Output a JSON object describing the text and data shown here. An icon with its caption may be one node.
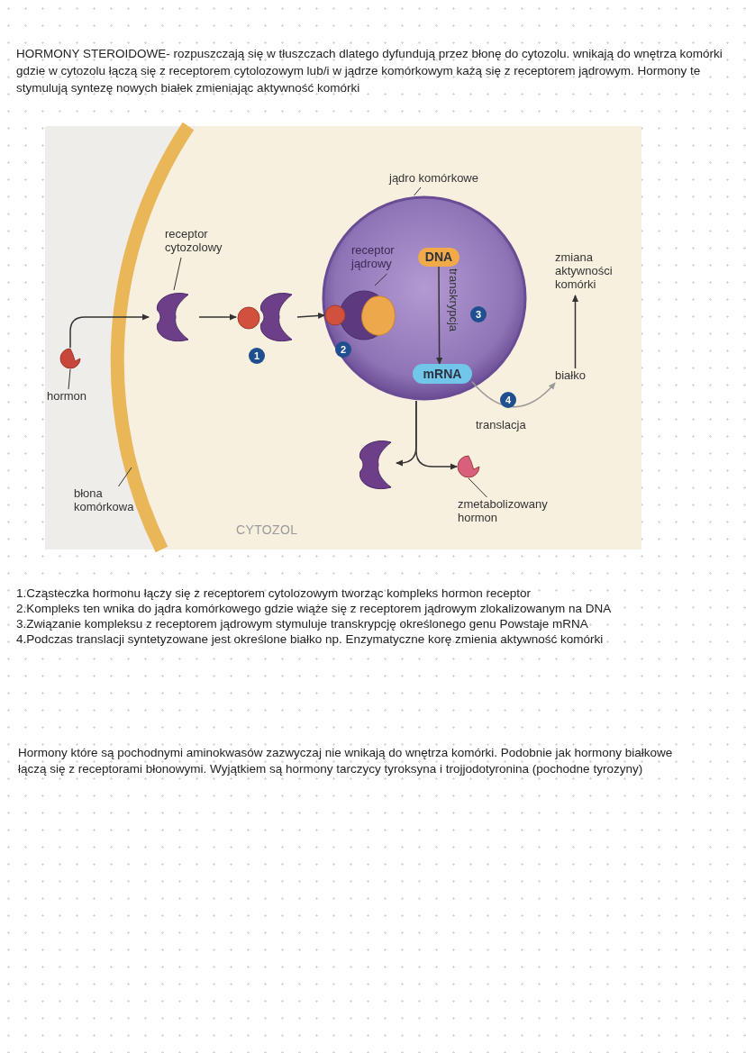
{
  "diagram": {
    "nodes": [
      {
        "text": [
          "hormon"
        ]
      },
      {
        "text": [],
        "shape": "circle"
      },
      {
        "text": [
          "receptor cytozolowy"
        ]
      },
      {
        "text": [],
        "shape": "picture"
      },
      {
        "text": [],
        "shape": "picture",
        "beside": [
          "1"
        ]
      },
      {
        "text": [],
        "shape": "circle"
      },
      {
        "text": [
          "jądro komórkowe"
        ]
      },
      {
        "text": [],
        "shape": "picture",
        "in": 5,
        "beside": [
          "2"
        ]
      },
      {
        "text": [
          "receptor jądrowy"
        ],
        "in": 5
      },
      {
        "text": [
          "DNA"
        ],
        "in": 5
      },
      {
        "text": [
          "mRNA"
        ],
        "in": 5
      },
      {
        "text": [
          "białko"
        ]
      },
      {
        "text": [
          "zmiana aktywności komórki"
        ]
      },
      {
        "text": [],
        "shape": "picture"
      },
      {
        "text": [],
        "shape": "circle"
      },
      {
        "text": [
          "zmetabolizowany hormon"
        ]
      },
      {
        "text": [
          "błona komórkowa"
        ]
      }
    ],
    "edges": [
      {
        "from": 0,
        "to": 1,
        "arrow": "none"
      },
      {
        "from": 2,
        "to": 3,
        "arrow": "none"
      },
      {
        "from": 1,
        "to": 3,
        "arrow": "to"
      },
      {
        "from": 3,
        "to": 4,
        "arrow": "to"
      },
      {
        "from": 4,
        "to": 7,
        "arrow": "to"
      },
      {
        "from": 6,
        "to": 5,
        "arrow": "none"
      },
      {
        "from": 8,
        "to": 7,
        "arrow": "none"
      },
      {
        "from": 9,
        "to": 10,
        "arrow": "to",
        "label": "transkrypcja"
      },
      {
        "from": 10,
        "to": 11,
        "arrow": "to",
        "label": "translacja",
        "color": "#9a9a9a"
      },
      {
        "from": 11,
        "to": 12,
        "arrow": "to"
      },
      {
        "from": 5,
        "to": 13,
        "arrow": "to"
      },
      {
        "from": 5,
        "to": 14,
        "arrow": "to"
      },
      {
        "from": 15,
        "to": 14,
        "arrow": "none"
      },
      {
        "from": 16,
        "to": null,
        "arrow": "none"
      }
    ],
    "labels": [
      "HORMONY STEROIDOWE- rozpuszczają się w tłuszczach dlatego dyfundują przez błonę do cytozolu. wnikają do wnętrza komórki gdzie w cytozolu łączą się z receptorem cytolozowym lub/i w jądrze komórkowym każą się z receptorem jądrowym. Hormony te stymulują syntezę nowych białek zmieniając aktywność komórki",
      "3",
      "4",
      "CYTOZOL",
      "1.Cząsteczka hormonu łączy się z receptorem cytolozowym tworząc kompleks hormon receptor",
      "2.Kompleks ten wnika do jądra komórkowego gdzie wiąże się z receptorem jądrowym zlokalizowanym na DNA",
      "3.Związanie kompleksu z receptorem jądrowym stymuluje transkrypcję określonego genu Powstaje mRNA",
      "4.Podczas translacji syntetyzowane jest określone białko np. Enzymatyczne korę zmienia aktywność komórki",
      "Hormony które są pochodnymi aminokwasów zazwyczaj nie wnikają do wnętrza komórki. Podobnie jak hormony białkowe łączą się z receptorami błonowymi. Wyjątkiem są hormony tarczycy tyroksyna i trojjodotyronina (pochodne tyrozyny)"
    ]
  }
}
